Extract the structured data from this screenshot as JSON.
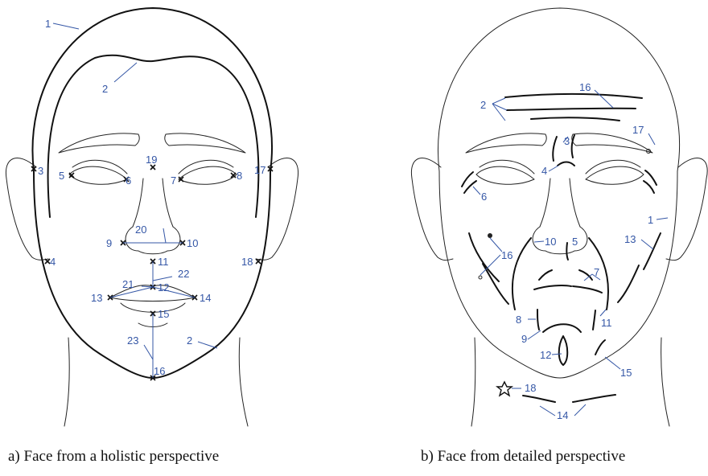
{
  "captions": {
    "a": "a) Face from a holistic perspective",
    "b": "b) Face from detailed perspective"
  },
  "holistic_labels": [
    "1",
    "2",
    "19",
    "3",
    "5",
    "6",
    "7",
    "8",
    "17",
    "20",
    "9",
    "10",
    "4",
    "11",
    "18",
    "22",
    "21",
    "12",
    "13",
    "14",
    "15",
    "23",
    "2",
    "16"
  ],
  "detailed_labels": [
    "16",
    "2",
    "3",
    "17",
    "4",
    "6",
    "1",
    "13",
    "10",
    "5",
    "16",
    "7",
    "8",
    "11",
    "9",
    "12",
    "15",
    "18",
    "14"
  ],
  "colors": {
    "label": "#3557a6",
    "line": "#222222",
    "landmark": "#111111"
  }
}
